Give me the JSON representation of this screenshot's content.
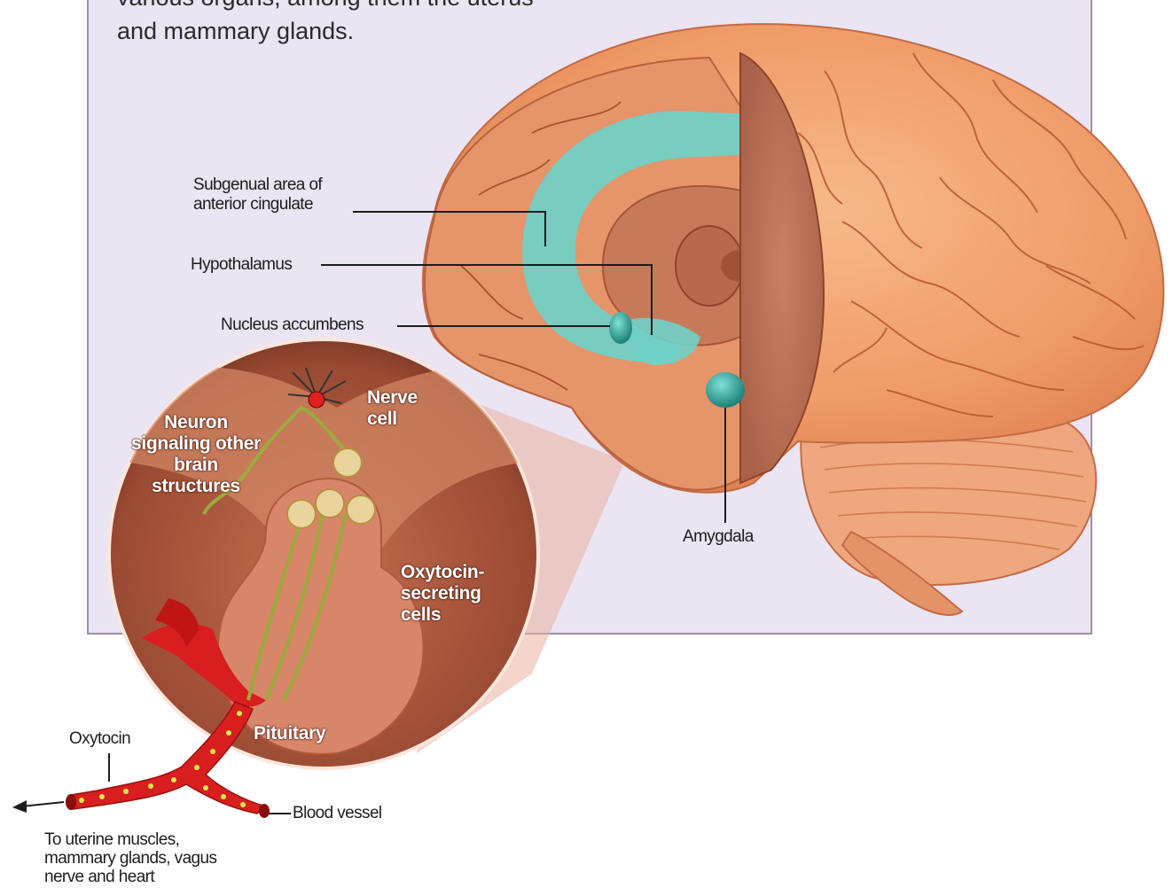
{
  "intro_text": "various organs, among them the uterus and mammary glands.",
  "labels": {
    "subgenual": "Subgenual area of anterior cingulate",
    "hypothalamus": "Hypothalamus",
    "nucleus_accumbens": "Nucleus accumbens",
    "amygdala": "Amygdala",
    "nerve_cell": "Nerve cell",
    "neuron_signaling": "Neuron signaling other brain structures",
    "oxytocin_secreting": "Oxytocin-secreting cells",
    "pituitary": "Pituitary",
    "oxytocin": "Oxytocin",
    "blood_vessel": "Blood vessel",
    "targets": "To uterine muscles, mammary glands, vagus nerve and heart"
  },
  "colors": {
    "panel_background": "#ebe4f2",
    "brain": "#f0a070",
    "cingulate_highlight": "#6fd0c8",
    "amygdala": "#1f9c90",
    "blood": "#d81e1e",
    "oxytocin_dots": "#d8e84a"
  }
}
